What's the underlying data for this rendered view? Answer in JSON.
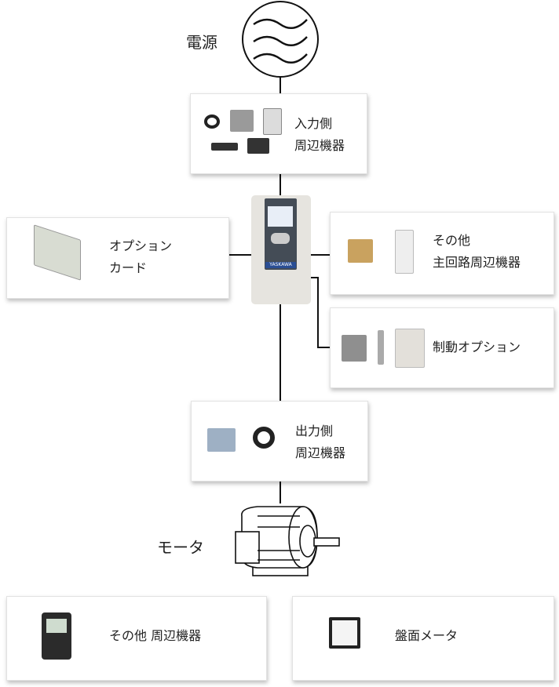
{
  "power": {
    "label": "電源"
  },
  "input_peripherals": {
    "line1": "入力側",
    "line2": "周辺機器"
  },
  "option_card": {
    "line1": "オプション",
    "line2": "カード"
  },
  "other_main_circuit": {
    "line1": "その他",
    "line2": "主回路周辺機器"
  },
  "braking_option": {
    "label": "制動オプション"
  },
  "output_peripherals": {
    "line1": "出力側",
    "line2": "周辺機器"
  },
  "motor": {
    "label": "モータ"
  },
  "other_peripherals": {
    "label": "その他 周辺機器"
  },
  "panel_meter": {
    "label": "盤面メータ"
  },
  "drive": {
    "brand": "YASKAWA"
  }
}
